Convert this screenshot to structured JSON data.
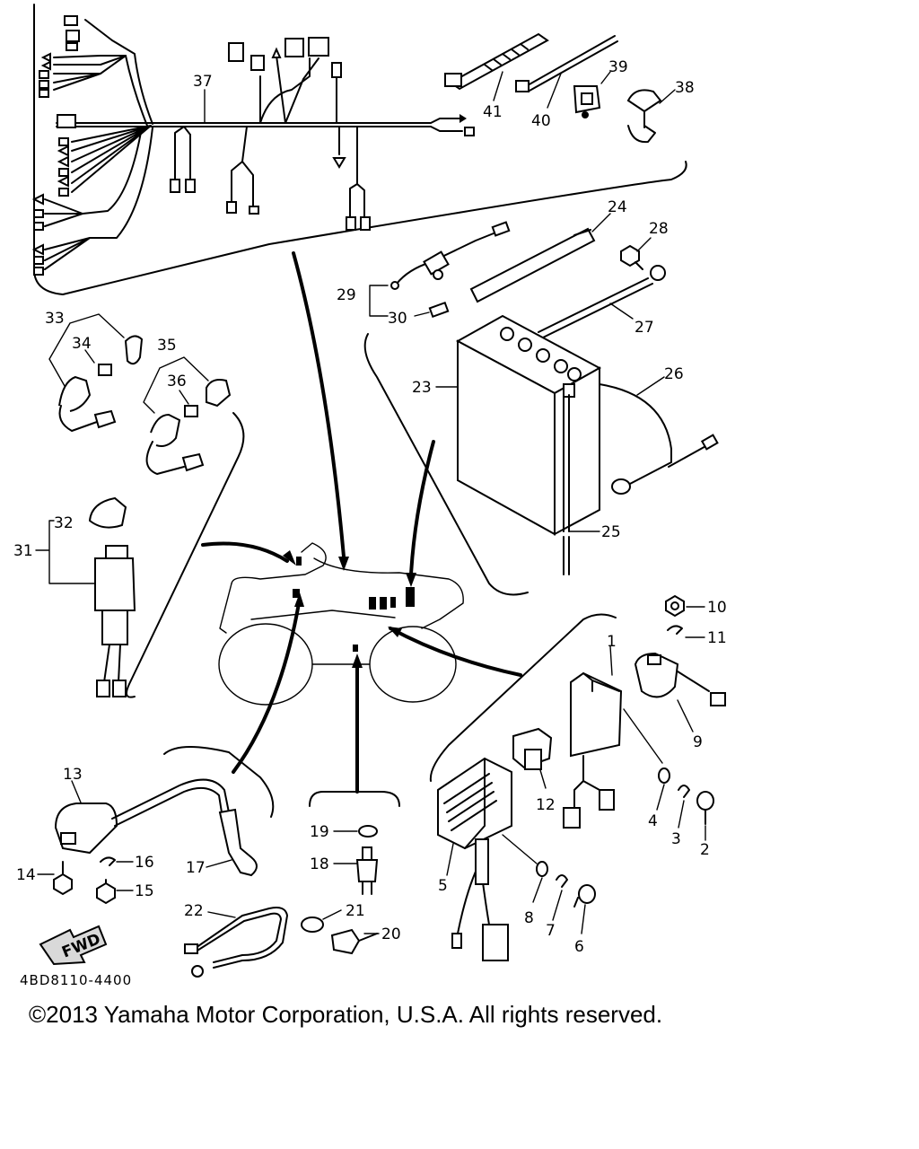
{
  "diagram_code": "4BD8110-4400",
  "copyright": "©2013 Yamaha Motor Corporation, U.S.A. All rights reserved.",
  "fwd_label": "FWD",
  "callouts": {
    "c1": "1",
    "c2": "2",
    "c3": "3",
    "c4": "4",
    "c5": "5",
    "c6": "6",
    "c7": "7",
    "c8": "8",
    "c9": "9",
    "c10": "10",
    "c11": "11",
    "c12": "12",
    "c13": "13",
    "c14": "14",
    "c15": "15",
    "c16": "16",
    "c17": "17",
    "c18": "18",
    "c19": "19",
    "c20": "20",
    "c21": "21",
    "c22": "22",
    "c23": "23",
    "c24": "24",
    "c25": "25",
    "c26": "26",
    "c27": "27",
    "c28": "28",
    "c29": "29",
    "c30": "30",
    "c31": "31",
    "c32": "32",
    "c33": "33",
    "c34": "34",
    "c35": "35",
    "c36": "36",
    "c37": "37",
    "c38": "38",
    "c39": "39",
    "c40": "40",
    "c41": "41"
  }
}
